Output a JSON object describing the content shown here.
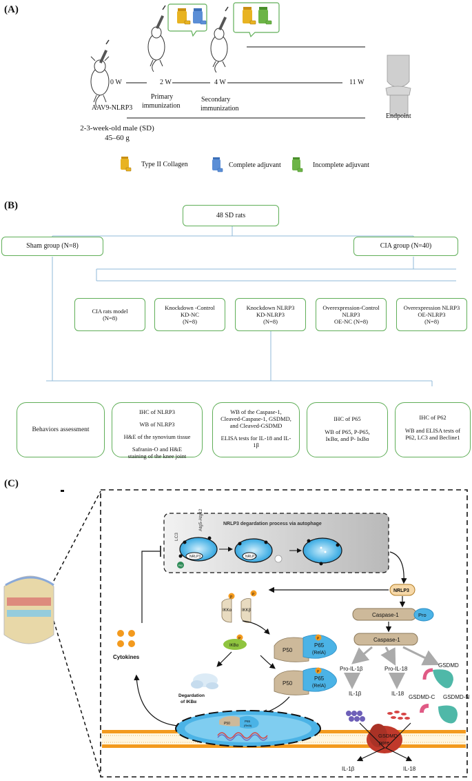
{
  "panel_a": {
    "letter": "(A)",
    "t0": "0 W",
    "t2": "2 W",
    "t4": "4 W",
    "t11": "11 W",
    "aav": "AAV9-NLRP3",
    "primary1": "Primary",
    "primary2": "immunization",
    "secondary1": "Secondary",
    "secondary2": "immunization",
    "endpoint": "Endpoint",
    "rat1": "2-3-week-old male (SD)",
    "rat2": "45–60 g",
    "legend": {
      "collagen": "Type II Collagen",
      "complete": "Complete adjuvant",
      "incomplete": "Incomplete adjuvant",
      "collagen_color": "#e8b321",
      "complete_color": "#5b8ed6",
      "incomplete_color": "#6cb446"
    }
  },
  "panel_b": {
    "letter": "(B)",
    "top": "48 SD rats",
    "sham": "Sham group (N=8)",
    "cia": "CIA group (N=40)",
    "groups": [
      {
        "l1": "CIA rats model",
        "l2": "(N=8)",
        "l3": ""
      },
      {
        "l1": "Knockdown -Control",
        "l2": "KD-NC",
        "l3": "(N=8)"
      },
      {
        "l1": "Knockdown NLRP3",
        "l2": "KD-NLRP3",
        "l3": "(N=8)"
      },
      {
        "l1": "Overexpression-Control",
        "l2": "NLRP3",
        "l3": "OE-NC (N=8)"
      },
      {
        "l1": "Overexpression NLRP3",
        "l2": "OE-NLRP3",
        "l3": "(N=8)"
      }
    ],
    "assays": {
      "a1": "Behaviors assessment",
      "a2": [
        "IHC of NLRP3",
        "WB of NLRP3",
        "H&E of the synovium tissue",
        "Safranin-O and H&E",
        "staining of the knee joint"
      ],
      "a3": [
        "WB of the Caspase-1,",
        "Cleaved-Caspase-1, GSDMD,",
        "and Cleaved-GSDMD",
        "ELISA tests for IL-18 and IL-",
        "1β"
      ],
      "a4": [
        "IHC of P65",
        "WB of P65, P-P65,",
        "IκBα, and P- IκBα"
      ],
      "a5": [
        "IHC of P62",
        "WB and ELISA tests of",
        "P62, LC3 and Becline1"
      ]
    }
  },
  "panel_c": {
    "letter": "(C)",
    "autophagy_title": "NRLP3 degardation process via autophage",
    "lc3": "LC3",
    "atg": "Atg5-Atg12",
    "nlrp3_small": "NRLP3",
    "p62": "P62",
    "nlrp3_node": "NRLP3",
    "caspase1": "Caspase-1",
    "pro": "Pro",
    "caspase1b": "Caspase-1",
    "pro_il1b": "Pro-IL-1β",
    "pro_il18": "Pro-IL-18",
    "gsdmd": "GSDMD",
    "il1b": "IL-1β",
    "il18": "IL-18",
    "gsdmd_c": "GSDMD-C",
    "gsdmd_n": "GSDMD-N",
    "gsdmd_pore": "GSDMD pore",
    "il1b_out": "IL-1β",
    "il18_out": "IL-18",
    "ikka": "IKKα",
    "ikkb": "IKKβ",
    "p": "P",
    "ikba": "IKBα",
    "p50": "P50",
    "p65": "P65",
    "rela": "(RelA)",
    "degradation1": "Degardation",
    "degradation2": "of IKBα",
    "cytokines": "Cytokines",
    "colors": {
      "cell_blue": "#4bb3e6",
      "orange": "#f39a1e",
      "green": "#6cb446",
      "teal": "#4fb8a8",
      "caspase": "#cdb99a",
      "red": "#c0392b"
    }
  }
}
